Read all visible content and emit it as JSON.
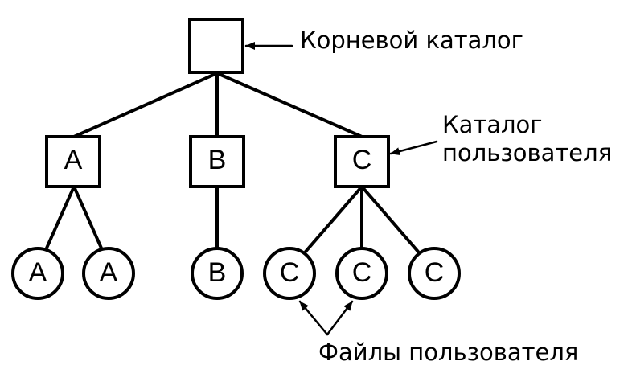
{
  "diagram": {
    "root_label": "Корневой каталог",
    "user_dir_label_line1": "Каталог",
    "user_dir_label_line2": "пользователя",
    "user_files_label": "Файлы пользователя",
    "directories": [
      "A",
      "B",
      "C"
    ],
    "files": [
      "A",
      "A",
      "B",
      "C",
      "C",
      "C"
    ]
  },
  "colors": {
    "stroke": "#000000",
    "fill": "#ffffff"
  }
}
